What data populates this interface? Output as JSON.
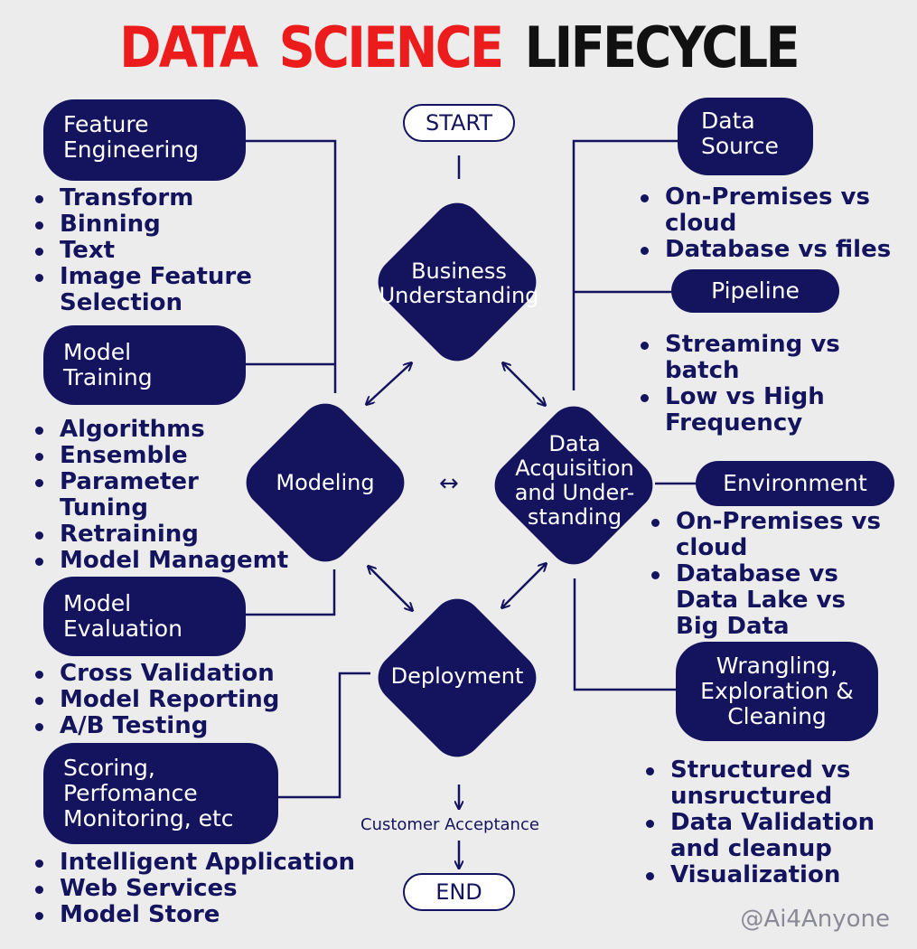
{
  "title": {
    "w1": "DATA",
    "w2": "SCIENCE",
    "w3": "LIFECYCLE"
  },
  "start_label": "START",
  "end_label": "END",
  "customer_acceptance": "Customer Acceptance",
  "diamonds": {
    "business": "Business Understanding",
    "modeling": "Modeling",
    "acquisition": "Data Acquisition and Under-standing",
    "deployment": "Deployment"
  },
  "left": {
    "feature_engineering": {
      "label": "Feature Engineering",
      "items": [
        "Transform",
        "Binning",
        "Text",
        "Image Feature Selection"
      ]
    },
    "model_training": {
      "label": "Model Training",
      "items": [
        "Algorithms",
        "Ensemble",
        "Parameter Tuning",
        "Retraining",
        "Model Managemt"
      ]
    },
    "model_evaluation": {
      "label": "Model Evaluation",
      "items": [
        "Cross Validation",
        "Model Reporting",
        "A/B Testing"
      ]
    },
    "scoring": {
      "label": "Scoring, Perfomance Monitoring, etc",
      "items": [
        "Intelligent Application",
        "Web Services",
        "Model Store"
      ]
    }
  },
  "right": {
    "data_source": {
      "label": "Data Source",
      "items": [
        "On-Premises vs cloud",
        "Database vs files"
      ]
    },
    "pipeline": {
      "label": "Pipeline",
      "items": [
        "Streaming vs batch",
        "Low vs High Frequency"
      ]
    },
    "environment": {
      "label": "Environment",
      "items": [
        "On-Premises vs cloud",
        "Database vs Data Lake vs Big Data"
      ]
    },
    "wrangling": {
      "label": "Wrangling, Exploration & Cleaning",
      "items": [
        "Structured vs unsructured",
        "Data Validation and cleanup",
        "Visualization"
      ]
    }
  },
  "watermark": "@Ai4Anyone",
  "colors": {
    "navy": "#14145e",
    "red": "#ec1c1c",
    "background": "#ececec"
  }
}
